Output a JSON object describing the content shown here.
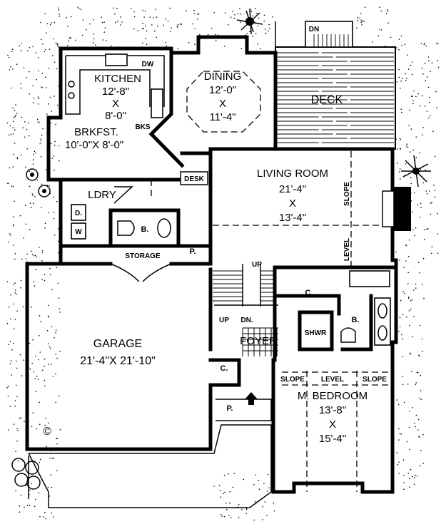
{
  "rooms": {
    "kitchen": {
      "name": "KITCHEN",
      "dim1": "12'-8\"",
      "x": "X",
      "dim2": "8'-0\""
    },
    "brkfst": {
      "name": "BRKFST.",
      "dims": "10'-0\"X 8'-0\""
    },
    "dining": {
      "name": "DINING",
      "dim1": "12'-0\"",
      "x": "X",
      "dim2": "11'-4\""
    },
    "deck": {
      "name": "DECK"
    },
    "living": {
      "name": "LIVING ROOM",
      "dim1": "21'-4\"",
      "x": "X",
      "dim2": "13'-4\""
    },
    "garage": {
      "name": "GARAGE",
      "dims": "21'-4\"X 21'-10\""
    },
    "foyer": {
      "name": "FOYER"
    },
    "bedroom": {
      "name": "M. BEDROOM",
      "dim1": "13'-8\"",
      "x": "X",
      "dim2": "15'-4\""
    }
  },
  "small_labels": {
    "dw": "DW",
    "bks": "BKS",
    "desk": "DESK",
    "ldry": "LDRY",
    "dryer": "D.",
    "washer": "W",
    "bath1": "B.",
    "storage": "STORAGE",
    "pantry1": "P.",
    "pantry2": "P.",
    "closet1": "C.",
    "closet2": "C.",
    "bath2": "B.",
    "shwr": "SHWR",
    "up1": "UP",
    "up2": "UP",
    "dn1": "DN.",
    "dn_deck": "DN",
    "slope_living": "SLOPE",
    "level_living": "LEVEL",
    "slope_bed_left": "SLOPE",
    "level_bed": "LEVEL",
    "slope_bed_right": "SLOPE",
    "copyright": "©"
  }
}
